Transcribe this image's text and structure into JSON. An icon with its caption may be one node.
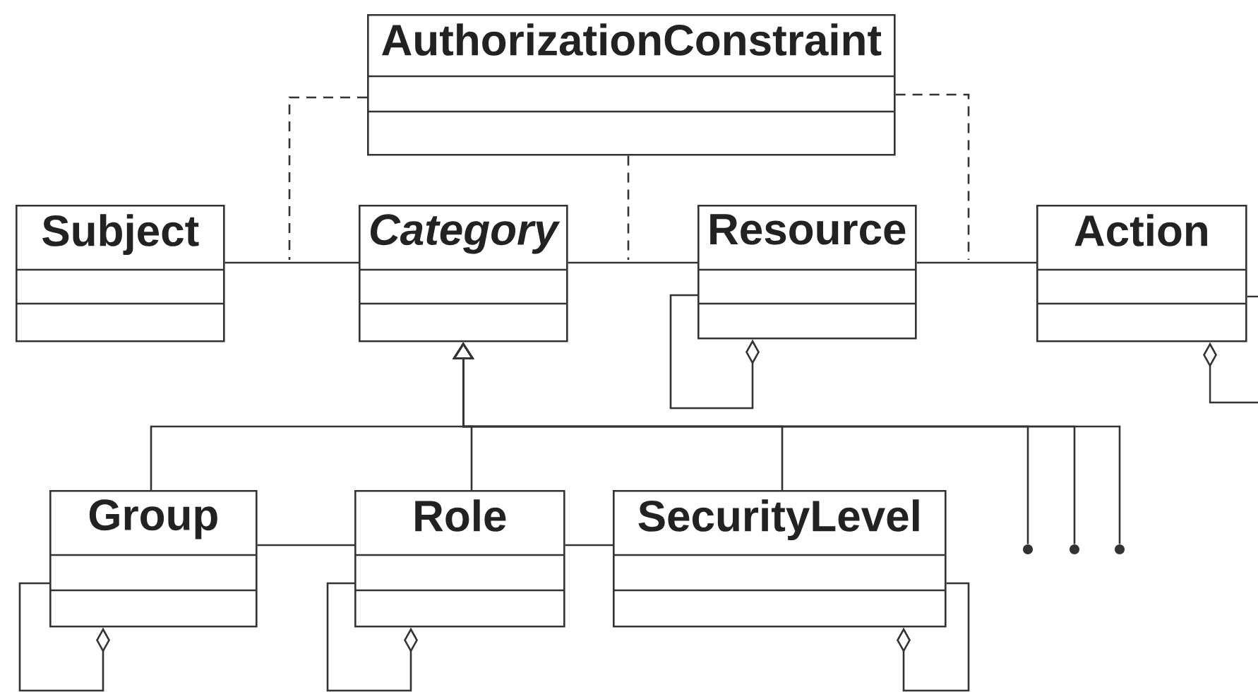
{
  "diagram": {
    "nodes": [
      {
        "text": [
          "AuthorizationConstraint"
        ]
      },
      {
        "text": [
          "Subject"
        ]
      },
      {
        "text": [
          "Category"
        ]
      },
      {
        "text": [
          "Resource"
        ]
      },
      {
        "text": [
          "Action"
        ]
      },
      {
        "text": [
          "Group"
        ]
      },
      {
        "text": [
          "Role"
        ]
      },
      {
        "text": [
          "SecurityLevel"
        ]
      },
      {
        "text": [],
        "shape": "circle"
      },
      {
        "text": [],
        "shape": "circle"
      },
      {
        "text": [],
        "shape": "circle"
      }
    ],
    "edges": [
      {
        "from": 1,
        "to": 2,
        "arrow": "none"
      },
      {
        "from": 2,
        "to": 3,
        "arrow": "none"
      },
      {
        "from": 3,
        "to": 4,
        "arrow": "none"
      },
      {
        "from": 0,
        "to": null,
        "arrow": "none",
        "style": "dashed"
      },
      {
        "from": 0,
        "to": null,
        "arrow": "none",
        "style": "dashed"
      },
      {
        "from": 0,
        "to": null,
        "arrow": "none",
        "style": "dashed"
      },
      {
        "from": 5,
        "to": 2,
        "arrow": "to"
      },
      {
        "from": 6,
        "to": 2,
        "arrow": "to"
      },
      {
        "from": 7,
        "to": 2,
        "arrow": "to"
      },
      {
        "from": 8,
        "to": 2,
        "arrow": "to"
      },
      {
        "from": 9,
        "to": 2,
        "arrow": "to"
      },
      {
        "from": 10,
        "to": 2,
        "arrow": "to"
      },
      {
        "from": 5,
        "to": 6,
        "arrow": "none"
      },
      {
        "from": 6,
        "to": 7,
        "arrow": "none"
      },
      {
        "from": 3,
        "to": 3,
        "arrow": "other"
      },
      {
        "from": 4,
        "to": null,
        "arrow": "other"
      },
      {
        "from": 4,
        "to": null,
        "arrow": "none"
      },
      {
        "from": 5,
        "to": 5,
        "arrow": "other"
      },
      {
        "from": 6,
        "to": 6,
        "arrow": "other"
      },
      {
        "from": 7,
        "to": 7,
        "arrow": "other"
      }
    ]
  }
}
